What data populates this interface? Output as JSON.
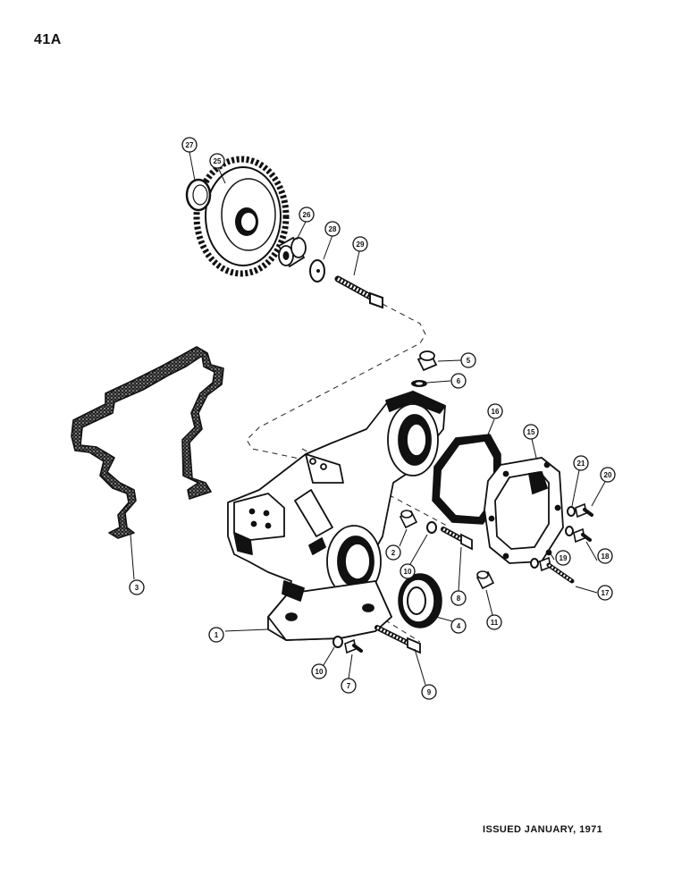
{
  "page": {
    "number": "41A",
    "issued": "ISSUED JANUARY, 1971"
  },
  "callouts": [
    "1",
    "2",
    "3",
    "4",
    "5",
    "6",
    "7",
    "8",
    "9",
    "10",
    "10",
    "11",
    "15",
    "16",
    "17",
    "18",
    "19",
    "20",
    "21",
    "25",
    "26",
    "27",
    "28",
    "29"
  ]
}
